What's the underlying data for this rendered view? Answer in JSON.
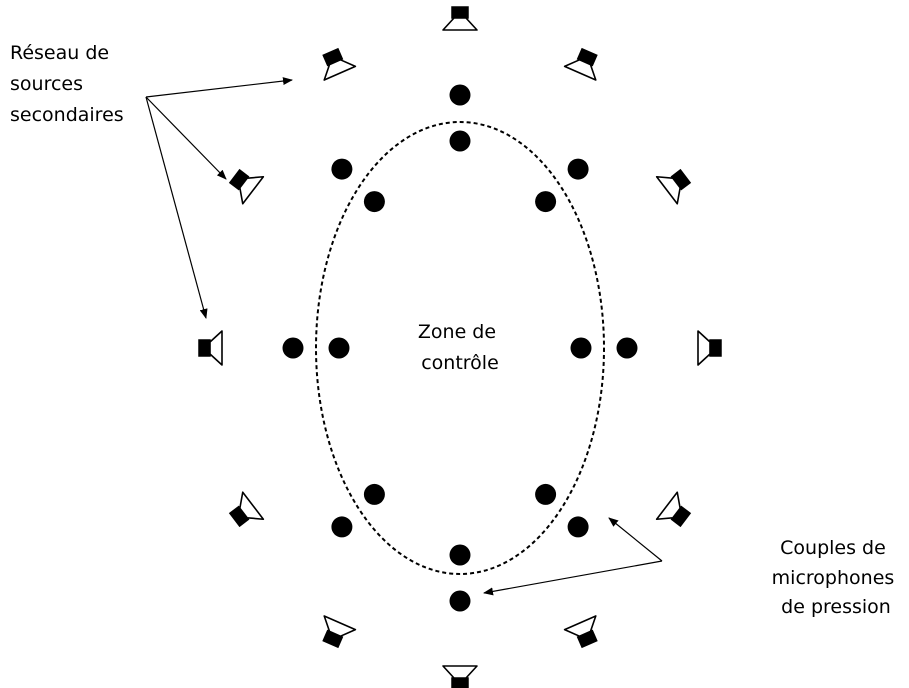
{
  "labels": {
    "secondary_sources": [
      "Réseau de",
      "sources",
      "secondaires"
    ],
    "control_zone": [
      "Zone de",
      "contrôle"
    ],
    "microphone_pairs": [
      "Couples de",
      "microphones",
      "de pression"
    ]
  },
  "counts": {
    "loudspeakers": 12,
    "microphone_pairs": 8
  },
  "colors": {
    "stroke": "#000000",
    "fill": "#000000",
    "background": "#ffffff"
  },
  "icons": {
    "loudspeaker": "loudspeaker-icon",
    "microphone": "microphone-dot-icon"
  }
}
